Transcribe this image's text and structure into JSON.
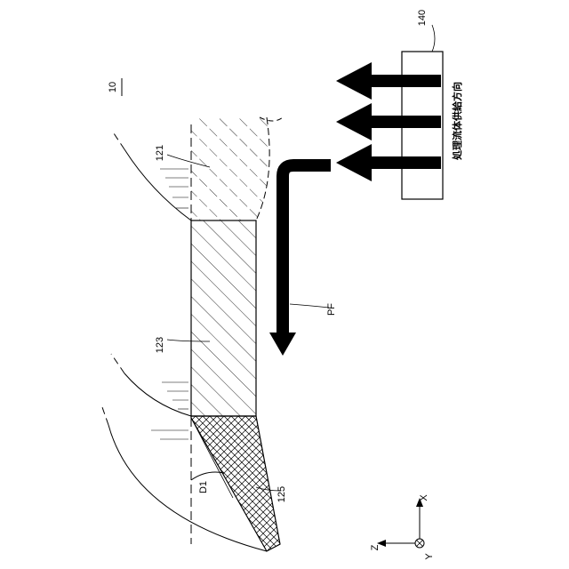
{
  "figure": {
    "number": "10",
    "labels": {
      "part_121": "121",
      "part_123": "123",
      "part_125": "125",
      "source_140": "140",
      "flow": "PF",
      "angle": "D1"
    },
    "supply_direction_text": "処理流体供給方向",
    "axes": {
      "x": "X",
      "y": "Y",
      "z": "Z"
    }
  }
}
